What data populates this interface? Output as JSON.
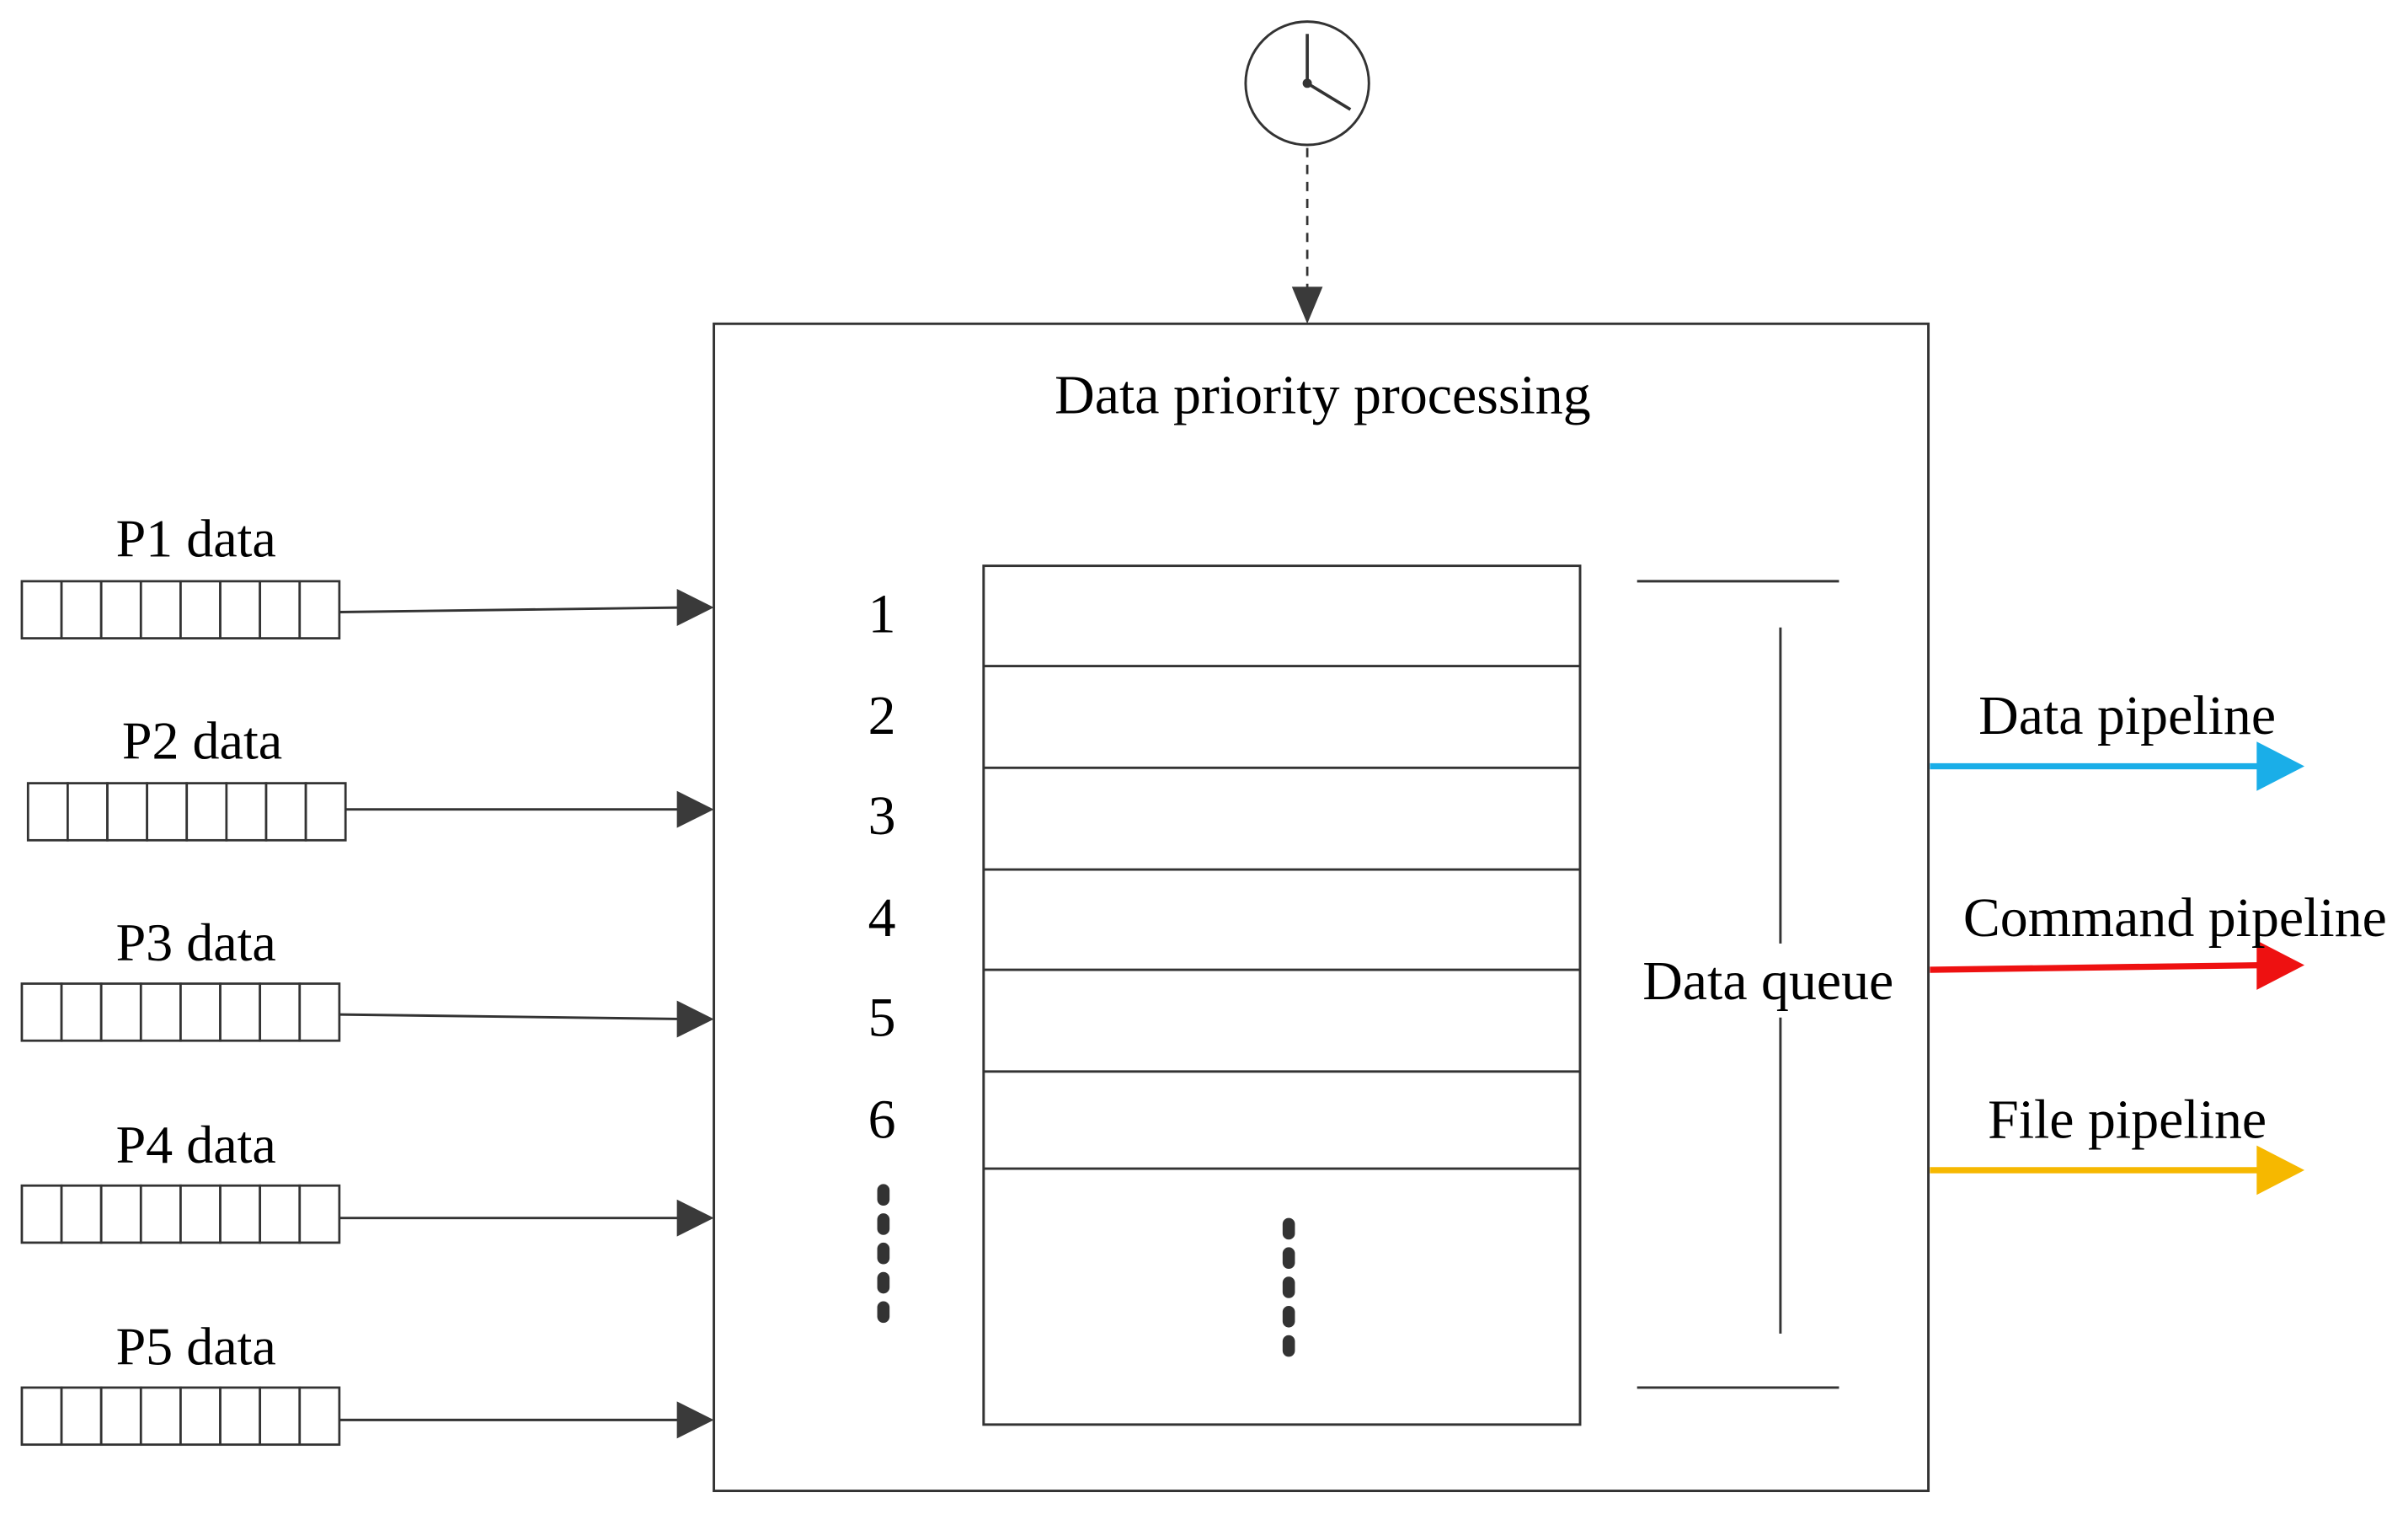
{
  "process": {
    "title": "Data priority processing"
  },
  "inputs": [
    {
      "label": "P1 data"
    },
    {
      "label": "P2 data"
    },
    {
      "label": "P3 data"
    },
    {
      "label": "P4 data"
    },
    {
      "label": "P5 data"
    }
  ],
  "queue": {
    "label": "Data queue",
    "slot_numbers": [
      "1",
      "2",
      "3",
      "4",
      "5",
      "6"
    ]
  },
  "outputs": [
    {
      "label": "Data pipeline",
      "color": "#1aaee8"
    },
    {
      "label": "Command pipeline",
      "color": "#ee1111"
    },
    {
      "label": "File pipeline",
      "color": "#f6b800"
    }
  ],
  "colors": {
    "line": "#333333",
    "arrow": "#3a3a3a",
    "dots": "#333333"
  },
  "icons": {
    "timer": "clock-icon"
  }
}
